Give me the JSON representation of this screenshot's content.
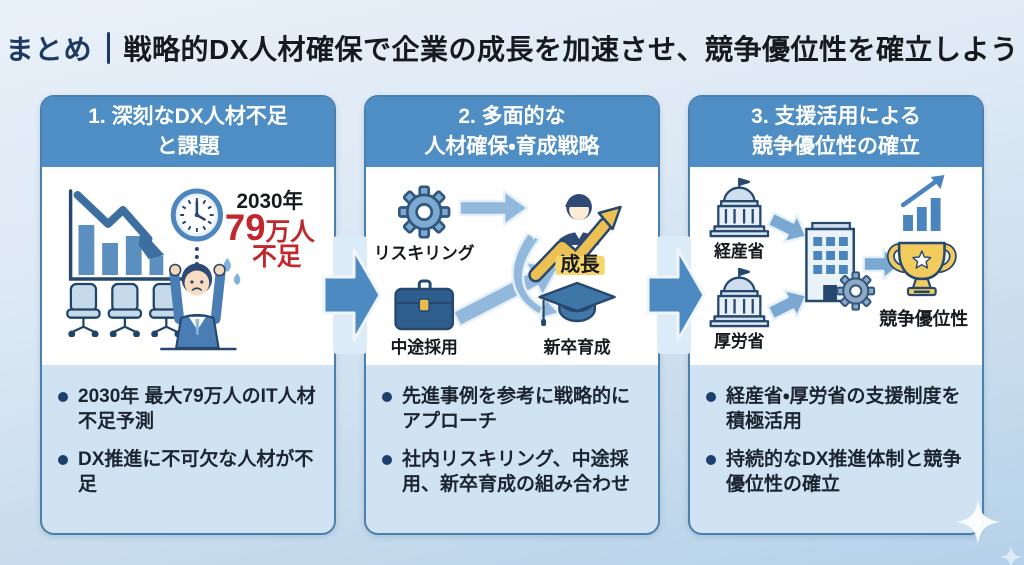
{
  "title": {
    "tag": "まとめ",
    "text": "戦略的DX人材確保で企業の成長を加速させ、競争優位性を確立しよう"
  },
  "panels": [
    {
      "heading": [
        "1. 深刻なDX人材不足",
        "と課題"
      ],
      "figure": {
        "year": "2030年",
        "number": "79",
        "number_unit": "万人",
        "shortage": "不足",
        "icons": [
          "declining-bar-chart-icon",
          "clock-icon",
          "empty-office-chairs-icon",
          "stressed-businessman-icon"
        ]
      },
      "bullets": [
        "2030年 最大79万人のIT人材不足予測",
        "DX推進に不可欠な人材が不足"
      ]
    },
    {
      "heading": [
        "2. 多面的な",
        "人材確保・育成戦略"
      ],
      "figure": {
        "labels": {
          "reskilling": "リスキリング",
          "mid_career": "中途採用",
          "growth": "成長",
          "new_grad": "新卒育成"
        },
        "icons": [
          "gear-icon",
          "briefcase-icon",
          "growth-person-icon",
          "growth-arrow-icon",
          "graduation-cap-icon"
        ]
      },
      "bullets": [
        "先進事例を参考に戦略的にアプローチ",
        "社内リスキリング、中途採用、新卒育成の組み合わせ"
      ]
    },
    {
      "heading": [
        "3. 支援活用による",
        "競争優位性の確立"
      ],
      "figure": {
        "labels": {
          "meti": "経産省",
          "mhlw": "厚労省",
          "advantage": "競争優位性"
        },
        "icons": [
          "government-building-icon",
          "government-building-icon",
          "office-building-icon",
          "gear-icon",
          "trophy-icon",
          "rising-chart-icon"
        ]
      },
      "bullets": [
        "経産省・厚労省の支援制度を積極活用",
        "持続的なDX推進体制と競争優位性の確立"
      ]
    }
  ],
  "colors": {
    "accent-navy": "#1d3a63",
    "header-blue": "#4e8ec5",
    "card-border": "#4b7fae",
    "card-bg": "#cfe3f3",
    "alert-red": "#c1272d",
    "highlight-yellow": "#f6d76e",
    "arrow-blue": "#4e8ac2"
  }
}
